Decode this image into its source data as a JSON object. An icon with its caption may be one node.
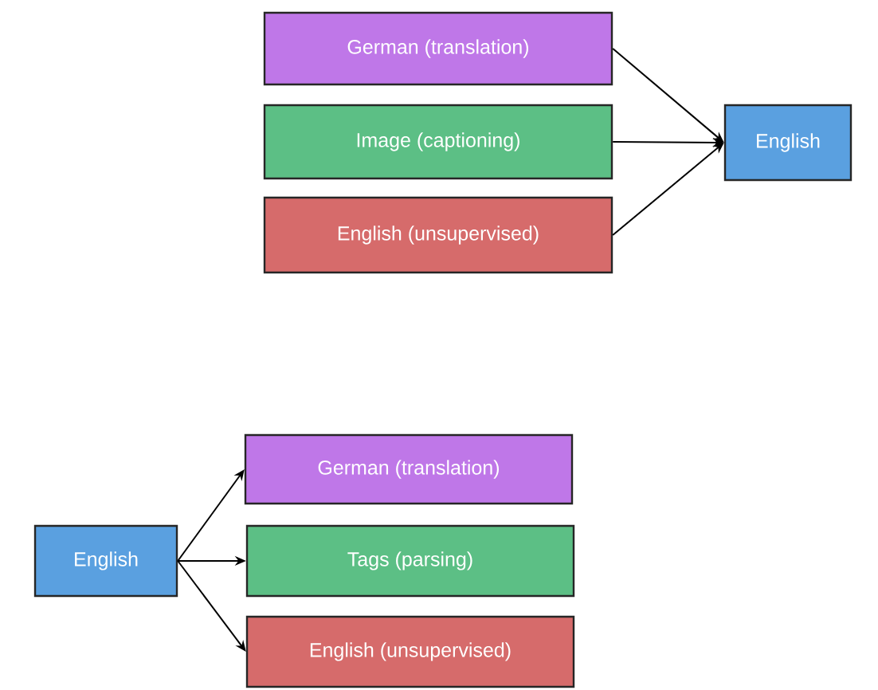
{
  "diagram": {
    "nodes": [
      {
        "text": [
          "German (translation)"
        ]
      },
      {
        "text": [
          "Image (captioning)"
        ]
      },
      {
        "text": [
          "English (unsupervised)"
        ]
      },
      {
        "text": [
          "English"
        ]
      },
      {
        "text": [
          "English"
        ]
      },
      {
        "text": [
          "German (translation)"
        ]
      },
      {
        "text": [
          "Tags (parsing)"
        ]
      },
      {
        "text": [
          "English (unsupervised)"
        ]
      }
    ],
    "edges": [
      {
        "from": 0,
        "to": 3,
        "arrow": "to"
      },
      {
        "from": 1,
        "to": 3,
        "arrow": "to"
      },
      {
        "from": 2,
        "to": 3,
        "arrow": "to"
      },
      {
        "from": 4,
        "to": 5,
        "arrow": "to"
      },
      {
        "from": 4,
        "to": 6,
        "arrow": "to"
      },
      {
        "from": 4,
        "to": 7,
        "arrow": "to"
      }
    ]
  }
}
